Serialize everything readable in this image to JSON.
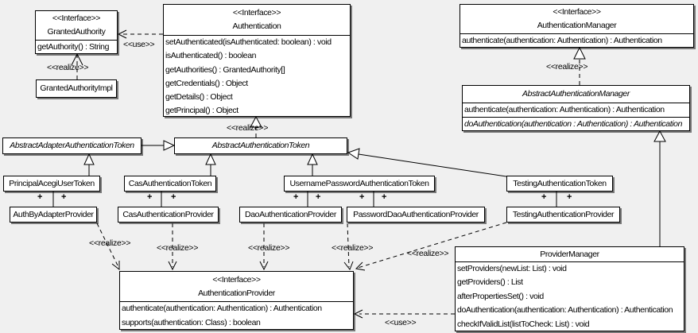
{
  "colors": {
    "background": "#f0f0f0",
    "box_fill": "#ffffff",
    "line": "#000000"
  },
  "labels": {
    "use": "<<use>>",
    "realize": "<<realize>>",
    "plus": "+"
  },
  "classes": {
    "granted_authority": {
      "stereotype": "<<Interface>>",
      "name": "GrantedAuthority",
      "methods": [
        "getAuthority() : String"
      ]
    },
    "granted_authority_impl": {
      "name": "GrantedAuthorityImpl"
    },
    "authentication": {
      "stereotype": "<<Interface>>",
      "name": "Authentication",
      "methods": [
        "setAuthenticated(isAuthenticated: boolean) : void",
        "isAuthenticated() : boolean",
        "getAuthorities() : GrantedAuthority[]",
        "getCredentials() : Object",
        "getDetails() : Object",
        "getPrincipal() : Object"
      ]
    },
    "authentication_manager": {
      "stereotype": "<<Interface>>",
      "name": "AuthenticationManager",
      "methods": [
        "authenticate(authentication: Authentication) : Authentication"
      ]
    },
    "abstract_authentication_manager": {
      "name": "AbstractAuthenticationManager",
      "methods": [
        "authenticate(authentication: Authentication) : Authentication",
        "doAuthentication(authentication : Authentication) : Authentication"
      ]
    },
    "abstract_adapter_authentication_token": {
      "name": "AbstractAdapterAuthenticationToken"
    },
    "abstract_authentication_token": {
      "name": "AbstractAuthenticationToken"
    },
    "principal_acegi_user_token": {
      "name": "PrincipalAcegiUserToken"
    },
    "cas_authentication_token": {
      "name": "CasAuthenticationToken"
    },
    "username_password_authentication_token": {
      "name": "UsernamePasswordAuthenticationToken"
    },
    "testing_authentication_token": {
      "name": "TestingAuthenticationToken"
    },
    "auth_by_adapter_provider": {
      "name": "AuthByAdapterProvider"
    },
    "cas_authentication_provider": {
      "name": "CasAuthenticationProvider"
    },
    "dao_authentication_provider": {
      "name": "DaoAuthenticationProvider"
    },
    "password_dao_authentication_provider": {
      "name": "PasswordDaoAuthenticationProvider"
    },
    "testing_authentication_provider": {
      "name": "TestingAuthenticationProvider"
    },
    "authentication_provider": {
      "stereotype": "<<Interface>>",
      "name": "AuthenticationProvider",
      "methods": [
        "authenticate(authentication: Authentication) : Authentication",
        "supports(authentication: Class) : boolean"
      ]
    },
    "provider_manager": {
      "name": "ProviderManager",
      "methods": [
        "setProviders(newList: List) : void",
        "getProviders() : List",
        "afterPropertiesSet() : void",
        "doAuthentication(authentication: Authentication) : Authentication",
        "checkIfValidList(listToCheck: List) : void"
      ]
    }
  },
  "relationships": [
    {
      "from": "Authentication",
      "to": "GrantedAuthority",
      "type": "dependency",
      "label": "<<use>>"
    },
    {
      "from": "GrantedAuthorityImpl",
      "to": "GrantedAuthority",
      "type": "realize",
      "label": "<<realize>>"
    },
    {
      "from": "AbstractAuthenticationToken",
      "to": "Authentication",
      "type": "realize",
      "label": "<<realize>>"
    },
    {
      "from": "AbstractAuthenticationManager",
      "to": "AuthenticationManager",
      "type": "realize",
      "label": "<<realize>>"
    },
    {
      "from": "AbstractAdapterAuthenticationToken",
      "to": "AbstractAuthenticationToken",
      "type": "generalization"
    },
    {
      "from": "PrincipalAcegiUserToken",
      "to": "AbstractAdapterAuthenticationToken",
      "type": "generalization"
    },
    {
      "from": "CasAuthenticationToken",
      "to": "AbstractAuthenticationToken",
      "type": "generalization"
    },
    {
      "from": "UsernamePasswordAuthenticationToken",
      "to": "AbstractAuthenticationToken",
      "type": "generalization"
    },
    {
      "from": "TestingAuthenticationToken",
      "to": "AbstractAuthenticationToken",
      "type": "generalization"
    },
    {
      "from": "ProviderManager",
      "to": "AbstractAuthenticationManager",
      "type": "generalization"
    },
    {
      "from": "PrincipalAcegiUserToken",
      "to": "AuthByAdapterProvider",
      "type": "association",
      "end_labels": [
        "+",
        "+"
      ]
    },
    {
      "from": "CasAuthenticationToken",
      "to": "CasAuthenticationProvider",
      "type": "association",
      "end_labels": [
        "+",
        "+"
      ]
    },
    {
      "from": "UsernamePasswordAuthenticationToken",
      "to": "DaoAuthenticationProvider",
      "type": "association",
      "end_labels": [
        "+",
        "+"
      ]
    },
    {
      "from": "UsernamePasswordAuthenticationToken",
      "to": "PasswordDaoAuthenticationProvider",
      "type": "association",
      "end_labels": [
        "+",
        "+"
      ]
    },
    {
      "from": "TestingAuthenticationToken",
      "to": "TestingAuthenticationProvider",
      "type": "association",
      "end_labels": [
        "+",
        "+"
      ]
    },
    {
      "from": "AuthByAdapterProvider",
      "to": "AuthenticationProvider",
      "type": "realize",
      "label": "<<realize>>"
    },
    {
      "from": "CasAuthenticationProvider",
      "to": "AuthenticationProvider",
      "type": "realize",
      "label": "<<realize>>"
    },
    {
      "from": "DaoAuthenticationProvider",
      "to": "AuthenticationProvider",
      "type": "realize",
      "label": "<<realize>>"
    },
    {
      "from": "PasswordDaoAuthenticationProvider",
      "to": "AuthenticationProvider",
      "type": "realize",
      "label": "<<realize>>"
    },
    {
      "from": "TestingAuthenticationProvider",
      "to": "AuthenticationProvider",
      "type": "realize",
      "label": "<<realize>>"
    },
    {
      "from": "ProviderManager",
      "to": "AuthenticationProvider",
      "type": "dependency",
      "label": "<<use>>"
    }
  ]
}
